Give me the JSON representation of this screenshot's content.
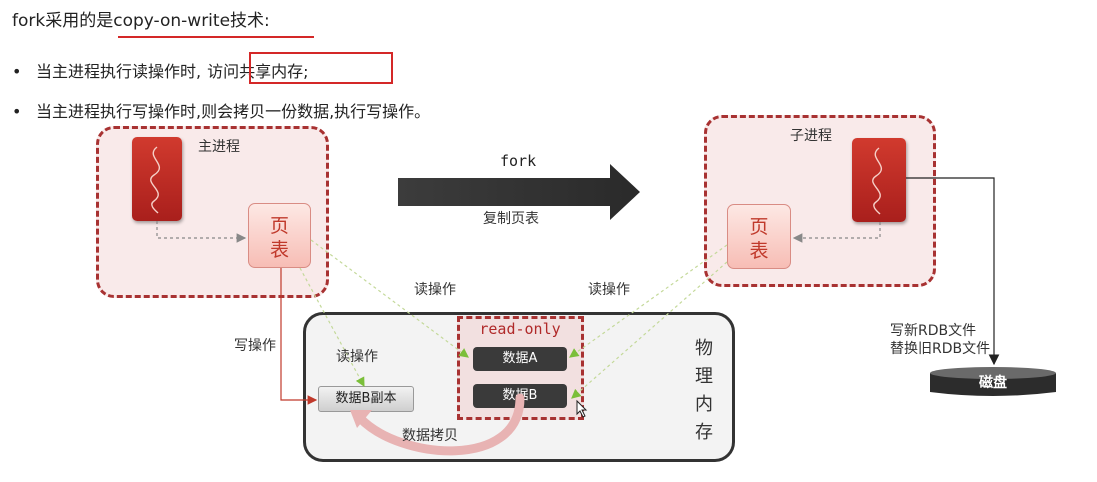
{
  "title": {
    "prefix": "fork采用的是",
    "term": "copy-on-write技术",
    "suffix": ":"
  },
  "bullets": [
    {
      "symbol": "•",
      "text_a": "当主进程执行读操作时,",
      "text_b": "访问共享内存;"
    },
    {
      "symbol": "•",
      "text": "当主进程执行写操作时,则会拷贝一份数据,执行写操作。"
    }
  ],
  "main_process": {
    "label": "主进程",
    "page_table": [
      "页",
      "表"
    ]
  },
  "child_process": {
    "label": "子进程",
    "page_table": [
      "页",
      "表"
    ]
  },
  "fork_arrow": {
    "top_label": "fork",
    "bottom_label": "复制页表"
  },
  "edges": {
    "read_left": "读操作",
    "read_right": "读操作",
    "read_inner": "读操作",
    "write": "写操作",
    "copy": "数据拷贝"
  },
  "memory": {
    "label_chars": [
      "物",
      "理",
      "内",
      "存"
    ],
    "read_only_label": "read-only",
    "data_a": "数据A",
    "data_b": "数据B",
    "data_b_copy": "数据B副本"
  },
  "rdb": {
    "line1": "写新RDB文件",
    "line2": "替换旧RDB文件",
    "disk": "磁盘"
  },
  "colors": {
    "accent_red": "#d42828",
    "dashed_border": "#a83232",
    "icon_red": "#b9261f",
    "dark_box": "#3a3a3a"
  }
}
